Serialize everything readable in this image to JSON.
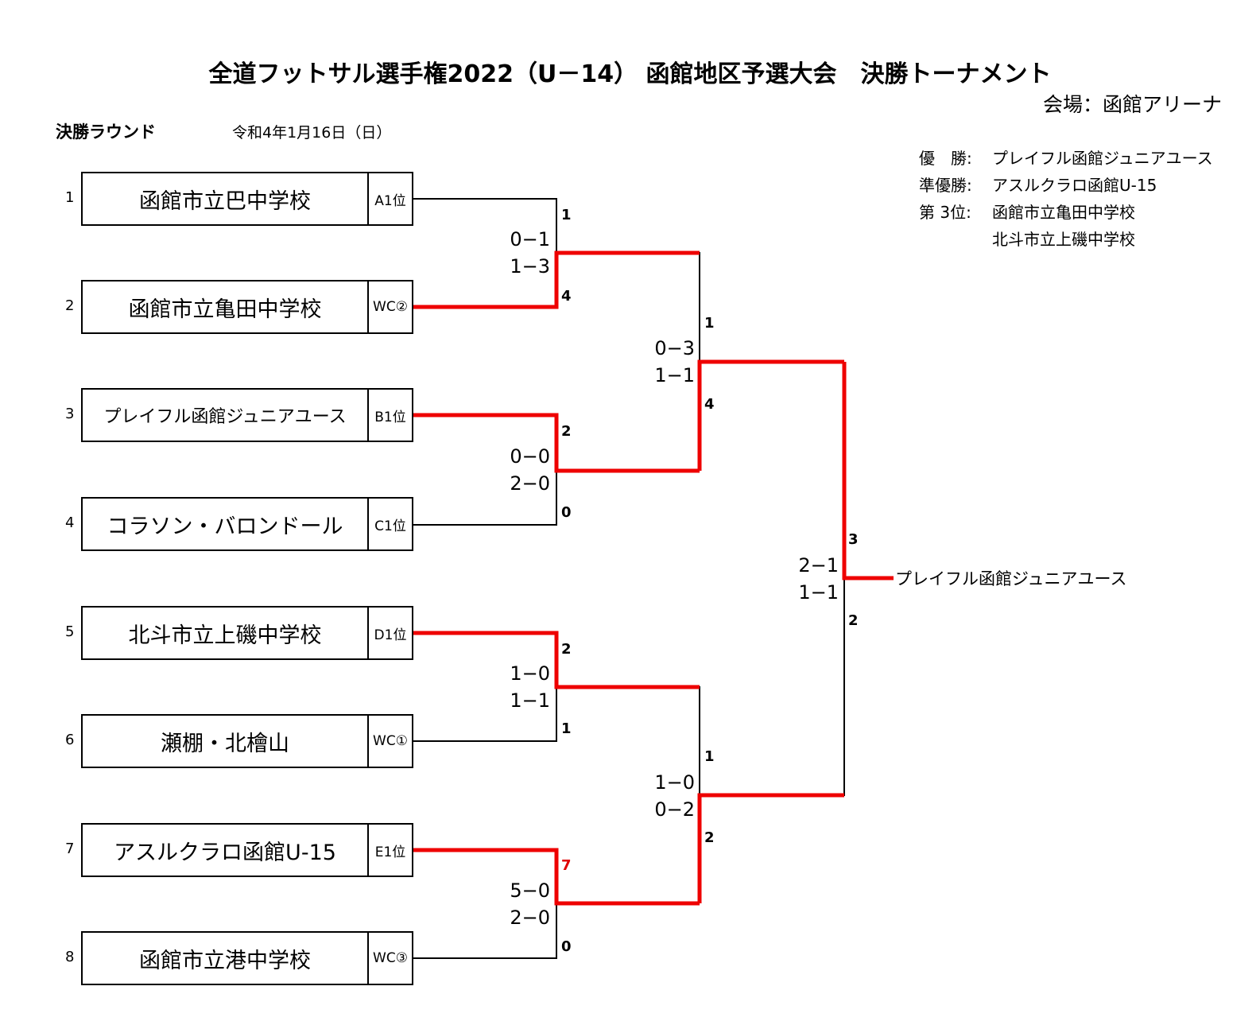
{
  "title": "全道フットサル選手権2022（U－14） 函館地区予選大会　決勝トーナメント",
  "venue": "会場：函館アリーナ",
  "round_label": "決勝ラウンド",
  "date": "令和4年1月16日（日）",
  "results": {
    "champion_label": "優　勝:",
    "champion": "プレイフル函館ジュニアユース",
    "runner_up_label": "準優勝:",
    "runner_up": "アスルクラロ函館U-15",
    "third_label": "第 3位:",
    "third_1": "函館市立亀田中学校",
    "third_2": "北斗市立上磯中学校"
  },
  "teams": [
    {
      "seed": "1",
      "name": "函館市立巴中学校",
      "tag": "A1位"
    },
    {
      "seed": "2",
      "name": "函館市立亀田中学校",
      "tag": "WC②"
    },
    {
      "seed": "3",
      "name": "プレイフル函館ジュニアユース",
      "tag": "B1位"
    },
    {
      "seed": "4",
      "name": "コラソン・バロンドール",
      "tag": "C1位"
    },
    {
      "seed": "5",
      "name": "北斗市立上磯中学校",
      "tag": "D1位"
    },
    {
      "seed": "6",
      "name": "瀬棚・北檜山",
      "tag": "WC①"
    },
    {
      "seed": "7",
      "name": "アスルクラロ函館U-15",
      "tag": "E1位"
    },
    {
      "seed": "8",
      "name": "函館市立港中学校",
      "tag": "WC③"
    }
  ],
  "matches": {
    "qf1": {
      "top_goals": "1",
      "bottom_goals": "4",
      "half1": "0−1",
      "half2": "1−3"
    },
    "qf2": {
      "top_goals": "2",
      "bottom_goals": "0",
      "half1": "0−0",
      "half2": "2−0"
    },
    "qf3": {
      "top_goals": "2",
      "bottom_goals": "1",
      "half1": "1−0",
      "half2": "1−1"
    },
    "qf4": {
      "top_goals": "7",
      "bottom_goals": "0",
      "half1": "5−0",
      "half2": "2−0"
    },
    "sf1": {
      "top_goals": "1",
      "bottom_goals": "4",
      "half1": "0−3",
      "half2": "1−1"
    },
    "sf2": {
      "top_goals": "1",
      "bottom_goals": "2",
      "half1": "1−0",
      "half2": "0−2"
    },
    "final": {
      "top_goals": "3",
      "bottom_goals": "2",
      "half1": "2−1",
      "half2": "1−1"
    }
  },
  "winner": "プレイフル函館ジュニアユース",
  "colors": {
    "win_line": "#ee0000",
    "line": "#000000"
  }
}
